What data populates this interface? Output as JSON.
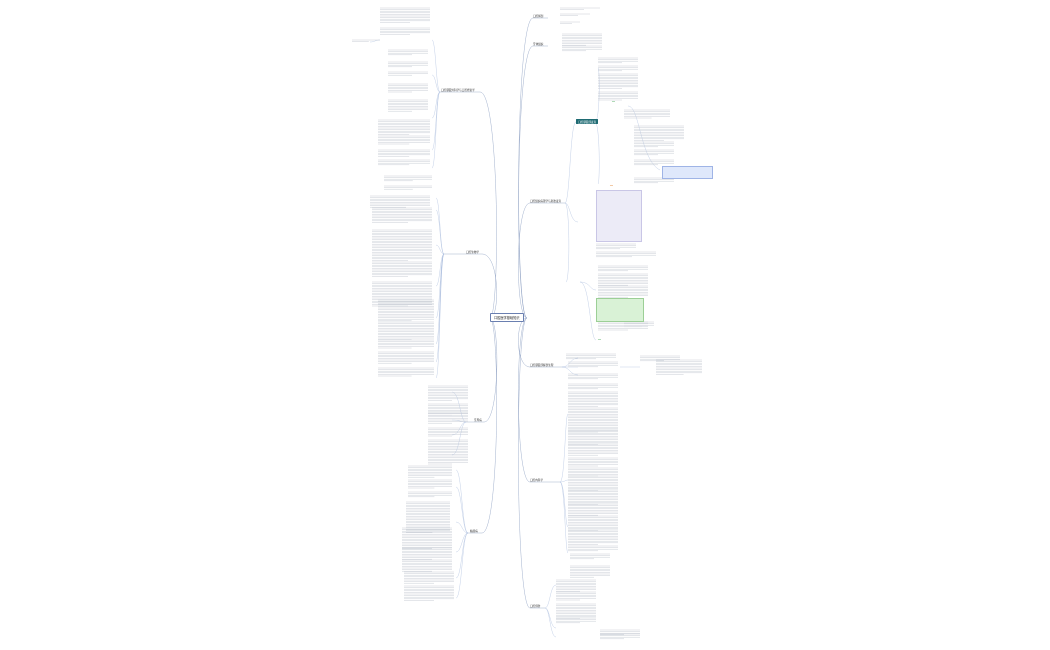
{
  "mindmap": {
    "root": "口腔医学基础知识",
    "branches_right": [
      {
        "label": "口腔解剖"
      },
      {
        "label": "牙体组织"
      },
      {
        "label": "口腔组织病理学与胚胎发育"
      },
      {
        "label": "口腔颌面部解剖生理"
      },
      {
        "label": "口腔内科学"
      },
      {
        "label": "口腔预防"
      }
    ],
    "branches_left": [
      {
        "label": "口腔颌面外科学与口腔修复学"
      },
      {
        "label": "口腔生物学"
      },
      {
        "label": "牙周病"
      },
      {
        "label": "黏膜病"
      }
    ],
    "highlight_label": "口腔颌面部发育"
  }
}
